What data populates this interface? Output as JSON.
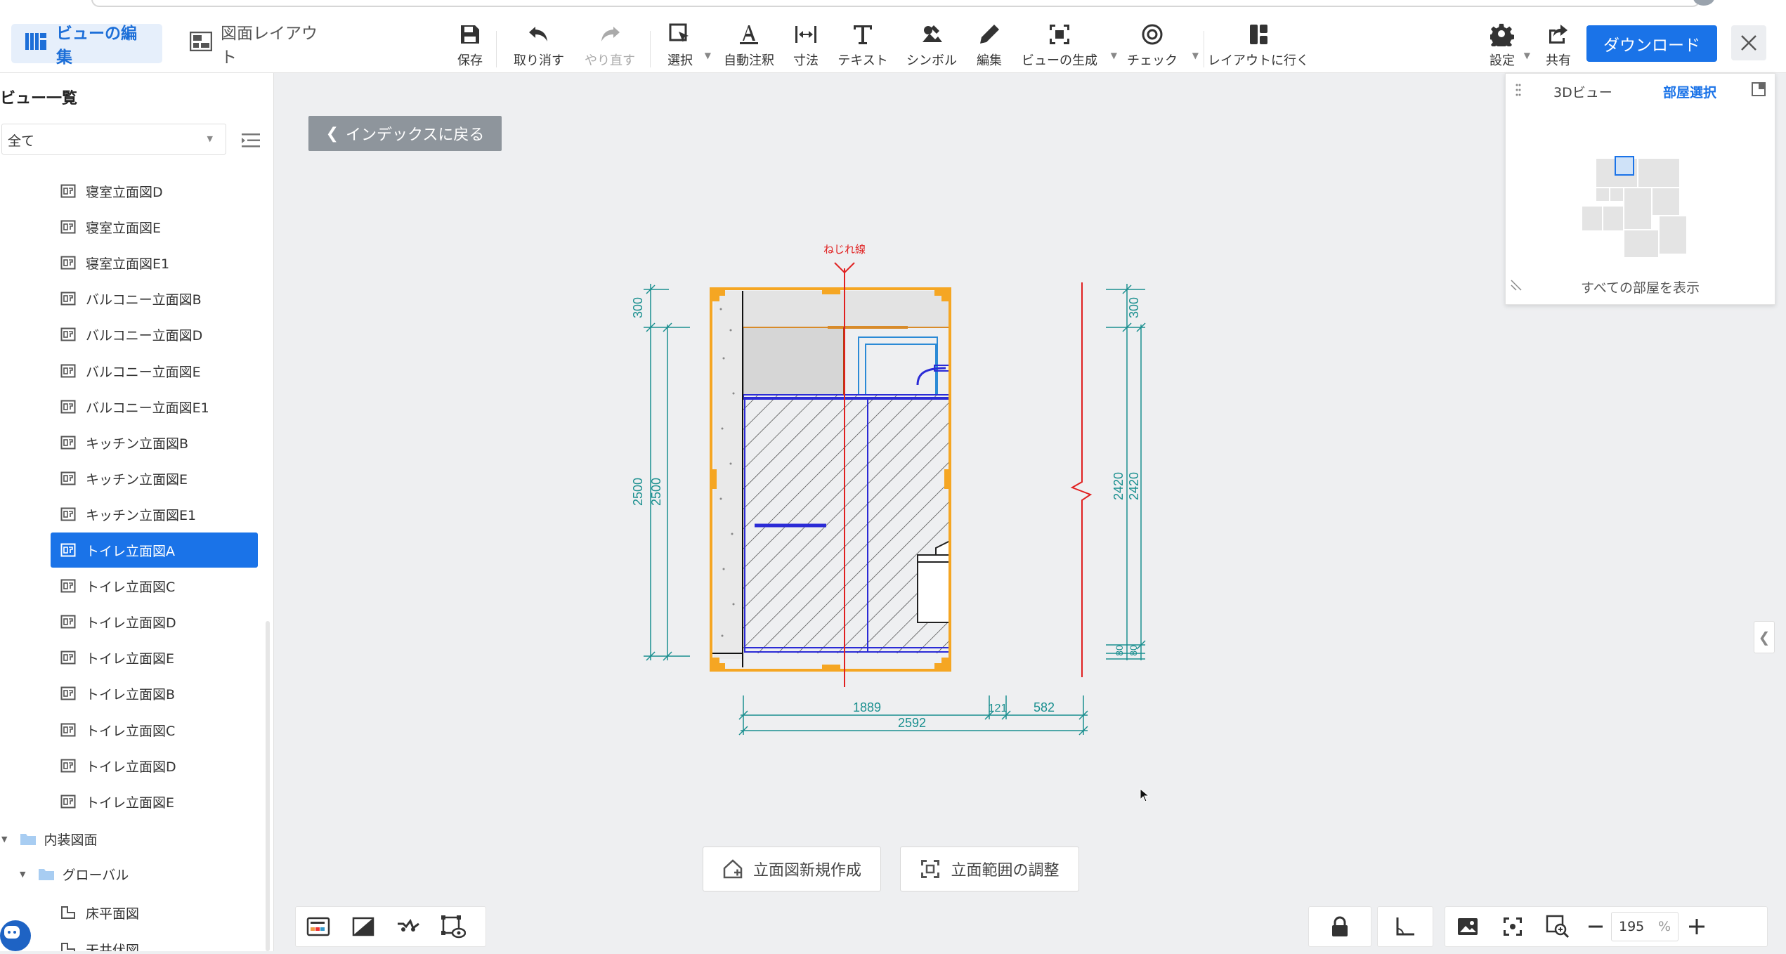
{
  "toolbar": {
    "mode_edit": "ビューの編集",
    "mode_layout": "図面レイアウト",
    "save": "保存",
    "undo": "取り消す",
    "redo": "やり直す",
    "select": "選択",
    "auto_annotate": "自動注釈",
    "dimension": "寸法",
    "text": "テキスト",
    "symbol": "シンボル",
    "edit": "編集",
    "view_generate": "ビューの生成",
    "check": "チェック",
    "go_layout": "レイアウトに行く",
    "settings": "設定",
    "share": "共有",
    "download": "ダウンロード"
  },
  "sidebar": {
    "title": "ビュー一覧",
    "filter": "全て",
    "items": [
      "寝室立面図D",
      "寝室立面図E",
      "寝室立面図E1",
      "バルコニー立面図B",
      "バルコニー立面図D",
      "バルコニー立面図E",
      "バルコニー立面図E1",
      "キッチン立面図B",
      "キッチン立面図E",
      "キッチン立面図E1",
      "トイレ立面図A",
      "トイレ立面図C",
      "トイレ立面図D",
      "トイレ立面図E",
      "トイレ立面図B",
      "トイレ立面図C",
      "トイレ立面図D",
      "トイレ立面図E"
    ],
    "selected_index": 10,
    "folder_interior": "内装図面",
    "folder_global": "グローバル",
    "sub_items": [
      "床平面図",
      "天井伏図"
    ]
  },
  "canvas": {
    "back_button": "インデックスに戻る",
    "twist_label": "ねじれ線",
    "dims": {
      "left_top": "300",
      "left_a": "2500",
      "left_b": "2500",
      "right_top": "300",
      "right_a": "2420",
      "right_b": "2420",
      "right_small_a": "80",
      "right_small_b": "80",
      "bottom_a": "1889",
      "bottom_b": "121",
      "bottom_c": "582",
      "bottom_total": "2592"
    },
    "new_elevation": "立面図新規作成",
    "adjust_range": "立面範囲の調整"
  },
  "panel3d": {
    "tab_3d": "3Dビュー",
    "tab_room": "部屋選択",
    "caption": "すべての部屋を表示"
  },
  "zoom": {
    "value": "195",
    "unit": "%"
  },
  "colors": {
    "accent": "#1a73e8",
    "dimension": "#1a8f8f",
    "selection": "#f5a623",
    "line_red": "#e02020",
    "blue_line": "#2b2bd6"
  }
}
